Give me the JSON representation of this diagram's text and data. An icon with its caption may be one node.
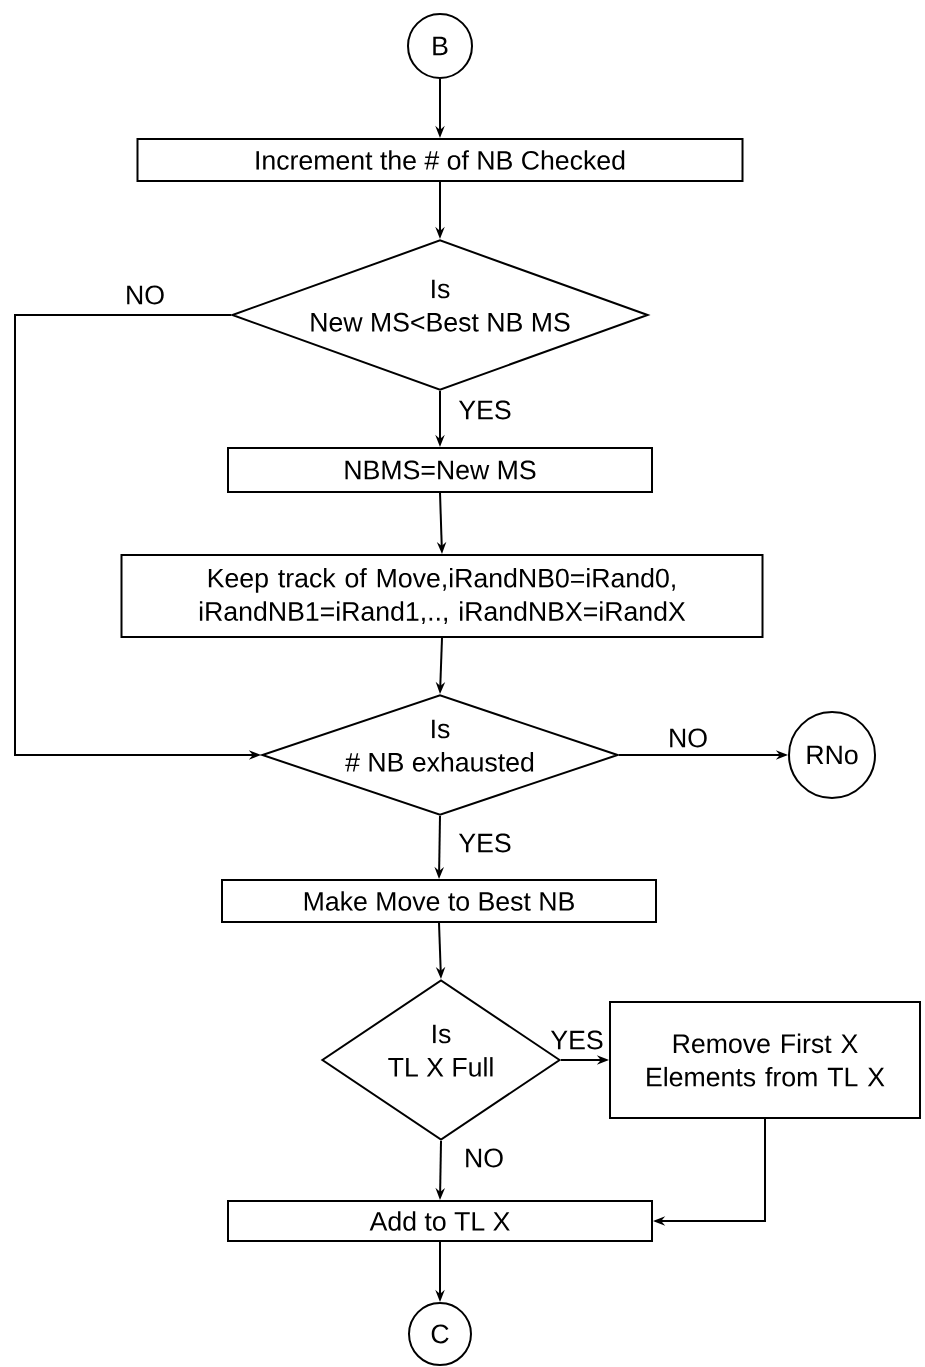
{
  "diagram": {
    "nodes": [
      {
        "text": [
          "B"
        ]
      },
      {
        "text": [
          "Increment the # of NB Checked"
        ]
      },
      {
        "text": [
          "Is",
          "New MS<Best NB MS"
        ]
      },
      {
        "text": [
          "NBMS=New MS"
        ]
      },
      {
        "text": [
          "Keep track of Move,iRandNB0=iRand0, iRandNB1=iRand1,.., iRandNBX=iRandX"
        ]
      },
      {
        "text": [
          "Is",
          "# NB exhausted"
        ]
      },
      {
        "text": [
          "RNo"
        ]
      },
      {
        "text": [
          "Make Move to Best NB"
        ]
      },
      {
        "text": [
          "Is",
          "TL X Full"
        ]
      },
      {
        "text": [
          "Remove First X Elements from TL X"
        ]
      },
      {
        "text": [
          "Add to TL X"
        ]
      },
      {
        "text": [
          "C"
        ]
      }
    ],
    "edges": [
      {
        "from": 0,
        "to": 1,
        "arrow": "to"
      },
      {
        "from": 1,
        "to": 2,
        "arrow": "to"
      },
      {
        "from": 2,
        "to": 3,
        "arrow": "to",
        "label": "YES"
      },
      {
        "from": 2,
        "to": 5,
        "arrow": "to",
        "label": "NO"
      },
      {
        "from": 3,
        "to": 4,
        "arrow": "to"
      },
      {
        "from": 4,
        "to": 5,
        "arrow": "to"
      },
      {
        "from": 5,
        "to": 6,
        "arrow": "to",
        "label": "NO"
      },
      {
        "from": 5,
        "to": 7,
        "arrow": "to",
        "label": "YES"
      },
      {
        "from": 7,
        "to": 8,
        "arrow": "to"
      },
      {
        "from": 8,
        "to": 9,
        "arrow": "to",
        "label": "YES"
      },
      {
        "from": 8,
        "to": 10,
        "arrow": "to",
        "label": "NO"
      },
      {
        "from": 9,
        "to": 10,
        "arrow": "to"
      },
      {
        "from": 10,
        "to": 11,
        "arrow": "to"
      }
    ]
  }
}
